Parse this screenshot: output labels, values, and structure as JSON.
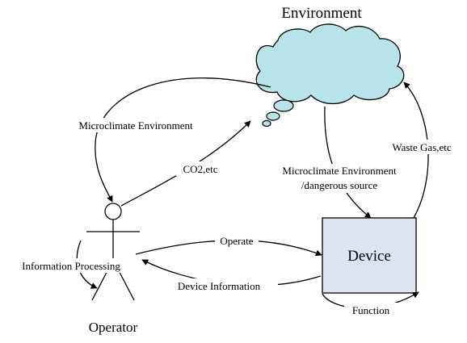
{
  "nodes": {
    "environment": "Environment",
    "device": "Device",
    "operator": "Operator"
  },
  "edges": {
    "microclimate_environment": "Microclimate Environment",
    "co2": "CO2,etc",
    "microclimate_dangerous_line1": "Microclimate Environment",
    "microclimate_dangerous_line2": "/dangerous source",
    "waste_gas": "Waste Gas,etc",
    "operate": "Operate",
    "information_processing": "Information Processing",
    "device_information": "Device Information",
    "function": "Function"
  },
  "colors": {
    "cloud_fill": "#b7e4e8",
    "device_fill": "#dce4f2",
    "stroke": "#000000"
  }
}
